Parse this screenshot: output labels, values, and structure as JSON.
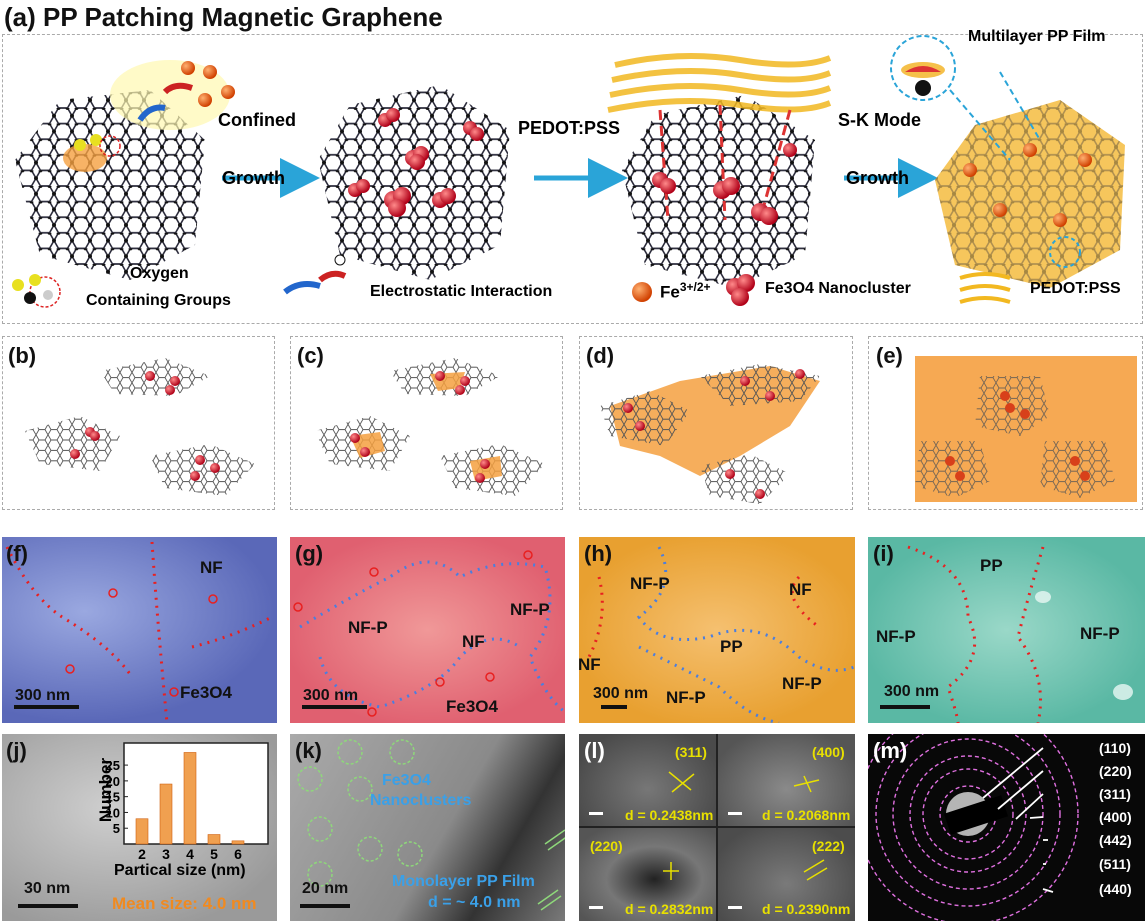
{
  "panel_a": {
    "title": "(a) PP Patching Magnetic Graphene",
    "arrow1_top": "Confined",
    "arrow1_bottom": "Growth",
    "arrow2": "PEDOT:PSS",
    "arrow3_top": "S-K Mode",
    "arrow3_bottom": "Growth",
    "film_label": "Multilayer PP Film",
    "legend_oxygen_1": "Oxygen",
    "legend_oxygen_2": "Containing Groups",
    "legend_electro": "Electrostatic Interaction",
    "legend_fe": "Fe",
    "legend_fe_sup": "3+/2+",
    "legend_cluster": "Fe3O4 Nanocluster",
    "legend_pedot": "PEDOT:PSS"
  },
  "schem": {
    "b": "(b)",
    "c": "(c)",
    "d": "(d)",
    "e": "(e)"
  },
  "sem": {
    "f": {
      "label": "(f)",
      "nf": "NF",
      "fe": "Fe3O4",
      "scale": "300 nm"
    },
    "g": {
      "label": "(g)",
      "nfp1": "NF-P",
      "nf": "NF",
      "nfp2": "NF-P",
      "fe": "Fe3O4",
      "scale": "300 nm"
    },
    "h": {
      "label": "(h)",
      "nfp1": "NF-P",
      "nf1": "NF",
      "pp": "PP",
      "nf2": "NF",
      "nfp2": "NF-P",
      "nfp3": "NF-P",
      "scale": "300 nm"
    },
    "i": {
      "label": "(i)",
      "pp": "PP",
      "nfp1": "NF-P",
      "nfp2": "NF-P",
      "scale": "300 nm"
    }
  },
  "tem": {
    "j": {
      "label": "(j)",
      "scale": "30 nm",
      "mean": "Mean size: 4.0 nm"
    },
    "k": {
      "label": "(k)",
      "clusters1": "Fe3O4",
      "clusters2": "Nanoclusters",
      "film": "Monolayer PP Film",
      "d": "d = ~ 4.0 nm",
      "scale": "20 nm"
    },
    "l": {
      "label": "(l)",
      "q1_plane": "(311)",
      "q1_d": "d = 0.2438nm",
      "q2_plane": "(400)",
      "q2_d": "d = 0.2068nm",
      "q3_plane": "(220)",
      "q3_d": "d = 0.2832nm",
      "q4_plane": "(222)",
      "q4_d": "d = 0.2390nm"
    },
    "m": {
      "label": "(m)",
      "rings": [
        "(110)",
        "(220)",
        "(311)",
        "(400)",
        "(442)",
        "(511)",
        "(440)"
      ]
    }
  },
  "chart_data": {
    "type": "bar",
    "categories": [
      "2",
      "3",
      "4",
      "5",
      "6"
    ],
    "values": [
      8,
      19,
      29,
      3,
      1
    ],
    "xlabel": "Partical size (nm)",
    "ylabel": "Number",
    "yticks": [
      "5",
      "10",
      "15",
      "20",
      "25"
    ],
    "ylim": [
      0,
      32
    ],
    "bar_color": "#f0a050"
  }
}
